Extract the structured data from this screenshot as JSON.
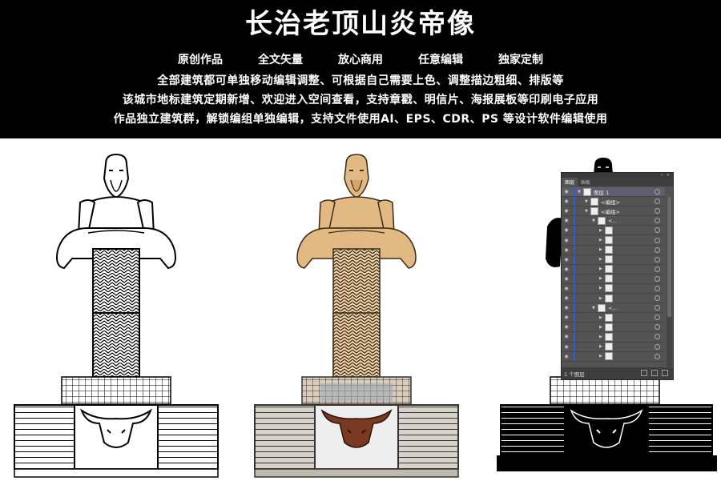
{
  "banner": {
    "title": "长治老顶山炎帝像",
    "features": [
      "原创作品",
      "全文矢量",
      "放心商用",
      "任意编辑",
      "独家定制"
    ],
    "line1": "全部建筑都可单独移动编辑调整、可根据自己需要上色、调整描边粗细、排版等",
    "line2": "该城市地标建筑定期新增、欢迎进入空间查看，支持章戳、明信片、海报展板等印刷电子应用",
    "line3": "作品独立建筑群，解锁编组单独编辑，支持文件使用AI、EPS、CDR、PS 等设计软件编辑使用"
  },
  "colors": {
    "skin": "#E2B982",
    "bull": "#7A3A22",
    "base_gray": "#D7D3CB",
    "panel_bg": "#535353",
    "banner_bg": "#000000"
  },
  "layers_panel": {
    "tabs": [
      "图层",
      "画板"
    ],
    "active_tab": "图层",
    "rows": [
      {
        "label": "图层 1",
        "indent": 0,
        "selected": true
      },
      {
        "label": "<编组>",
        "indent": 1,
        "selected": false
      },
      {
        "label": "<编组>",
        "indent": 1,
        "selected": false
      },
      {
        "label": "<...",
        "indent": 2,
        "selected": false
      },
      {
        "label": "",
        "indent": 3,
        "selected": false
      },
      {
        "label": "",
        "indent": 3,
        "selected": false
      },
      {
        "label": "",
        "indent": 3,
        "selected": false
      },
      {
        "label": "",
        "indent": 3,
        "selected": false
      },
      {
        "label": "",
        "indent": 3,
        "selected": false
      },
      {
        "label": "",
        "indent": 3,
        "selected": false
      },
      {
        "label": "",
        "indent": 3,
        "selected": false
      },
      {
        "label": "",
        "indent": 3,
        "selected": false
      },
      {
        "label": "<...",
        "indent": 2,
        "selected": false
      },
      {
        "label": "",
        "indent": 3,
        "selected": false
      },
      {
        "label": "",
        "indent": 3,
        "selected": false
      },
      {
        "label": "",
        "indent": 3,
        "selected": false
      },
      {
        "label": "",
        "indent": 3,
        "selected": false
      },
      {
        "label": "",
        "indent": 3,
        "selected": false
      }
    ],
    "footer": "1 个图层"
  }
}
